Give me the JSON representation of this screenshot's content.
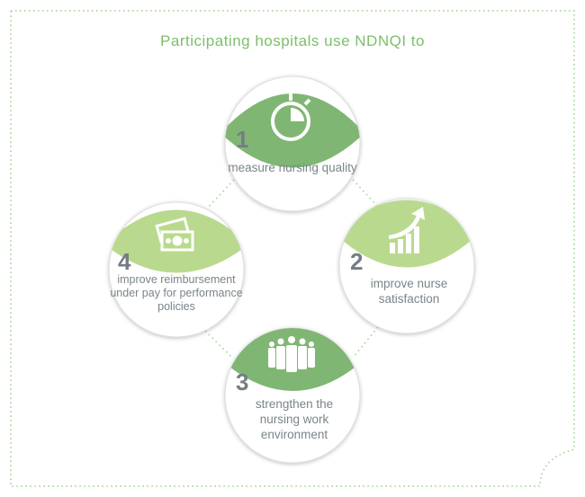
{
  "title": "Participating hospitals use NDNQI to",
  "items": [
    {
      "number": "1",
      "label": "measure nursing quality",
      "icon": "stopwatch-icon"
    },
    {
      "number": "2",
      "label": "improve nurse satisfaction",
      "icon": "growth-chart-icon"
    },
    {
      "number": "3",
      "label": "strengthen the nursing work environment",
      "icon": "people-group-icon"
    },
    {
      "number": "4",
      "label": "improve reimbursement under pay for performance policies",
      "icon": "money-icon"
    }
  ],
  "colors": {
    "dark_green": "#80b673",
    "light_green": "#b9da8e",
    "text": "#7a8489",
    "title": "#7cbf6a"
  }
}
